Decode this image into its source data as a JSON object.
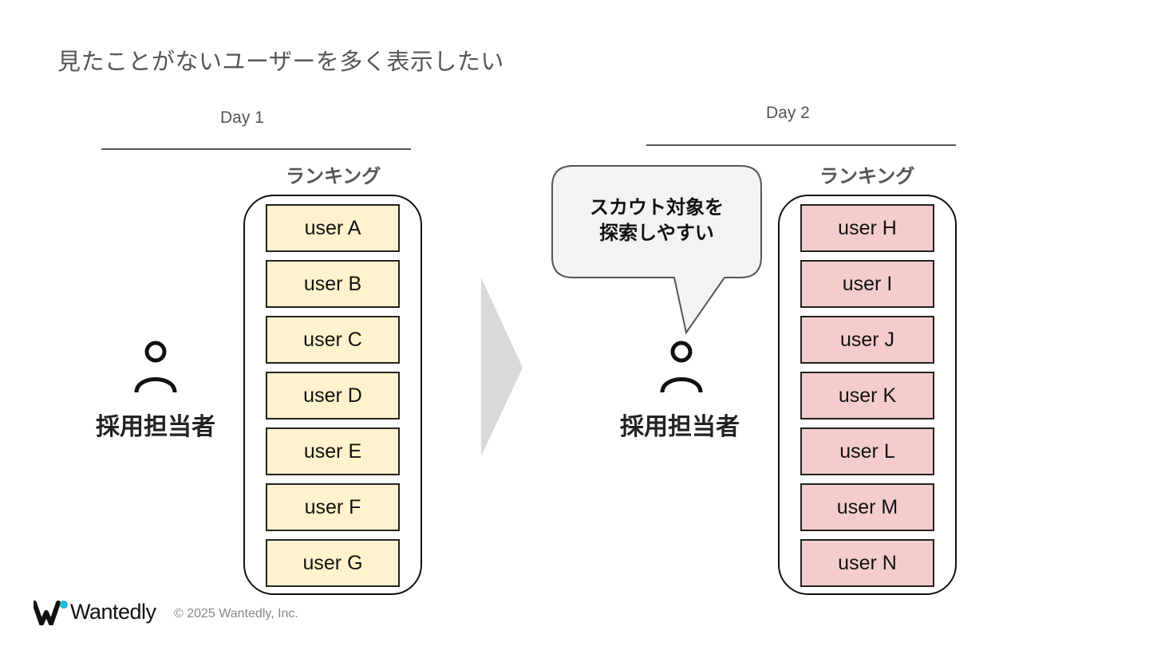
{
  "title": "見たことがないユーザーを多く表示したい",
  "day1": {
    "label": "Day 1",
    "ranking_title": "ランキング",
    "users": [
      "user A",
      "user B",
      "user C",
      "user D",
      "user E",
      "user F",
      "user G"
    ],
    "person_label": "採用担当者",
    "box_color": "#fff2cc"
  },
  "day2": {
    "label": "Day 2",
    "ranking_title": "ランキング",
    "users": [
      "user H",
      "user I",
      "user J",
      "user K",
      "user L",
      "user M",
      "user N"
    ],
    "person_label": "採用担当者",
    "box_color": "#f4cccc",
    "speech_bubble": {
      "line1": "スカウト対象を",
      "line2": "探索しやすい"
    }
  },
  "icons": {
    "person": "person-icon",
    "arrow": "arrow-right-icon",
    "logo": "wantedly-logo-icon"
  },
  "footer": {
    "logo_text": "Wantedly",
    "copyright": "© 2025 Wantedly, Inc."
  }
}
